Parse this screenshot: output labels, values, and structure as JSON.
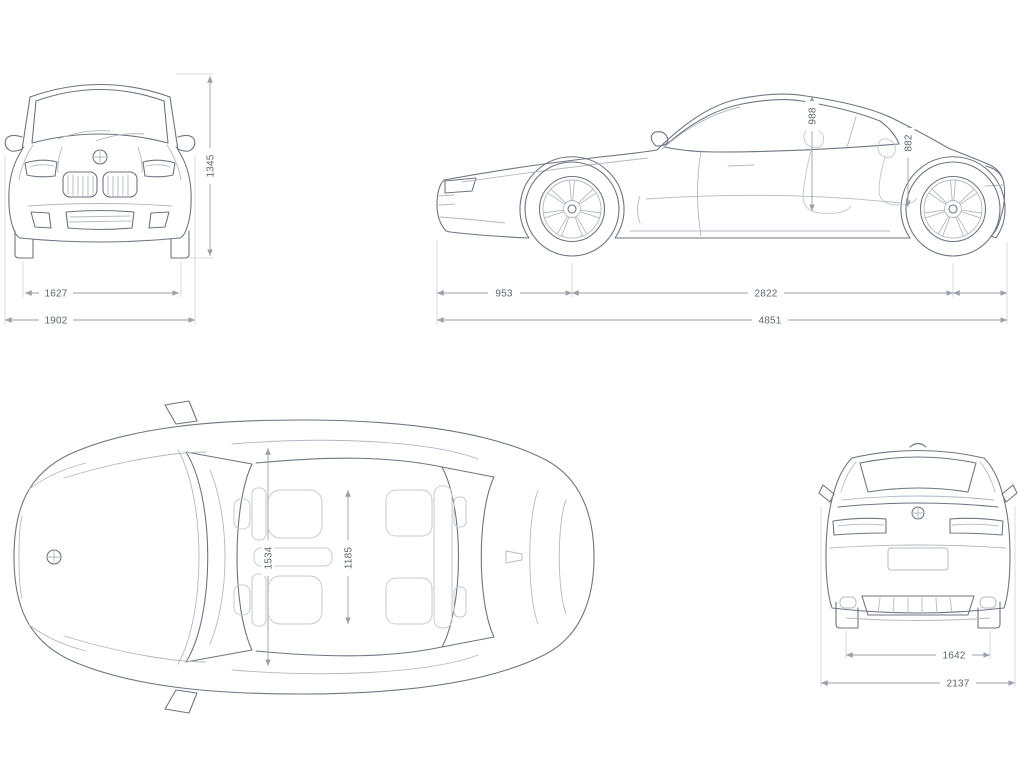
{
  "colors": {
    "background": "#ffffff",
    "body_line": "#6e7681",
    "detail_line": "#b3b9c1",
    "seat_line": "#c6cbd1",
    "dimension_line": "#9aa1a9",
    "dimension_text": "#5b6770"
  },
  "dimensions": {
    "front": {
      "overall_height": "1345",
      "track_front": "1627",
      "body_width": "1902"
    },
    "side": {
      "headroom_front": "988",
      "headroom_rear": "882",
      "front_overhang": "953",
      "wheelbase": "2822",
      "overall_length": "4851"
    },
    "top": {
      "cabin_width_front": "1534",
      "cabin_width_rear": "1185"
    },
    "rear": {
      "track_rear": "1642",
      "overall_width": "2137"
    }
  }
}
